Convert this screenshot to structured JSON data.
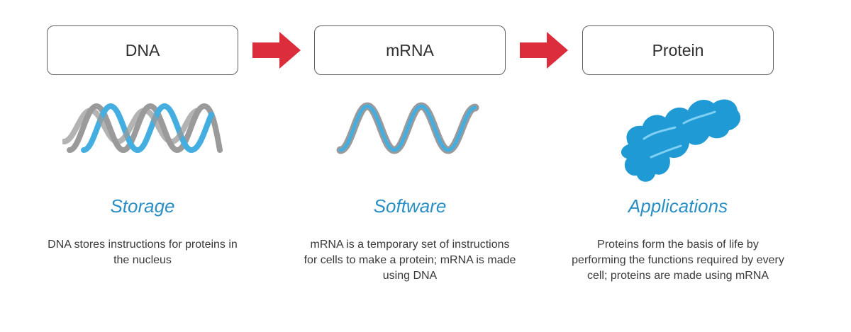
{
  "colors": {
    "arrow": "#dc2d3c",
    "title": "#2a8fc4",
    "strand_gray": "#9a9a9a",
    "strand_blue": "#45aee0",
    "protein": "#1f9ad4"
  },
  "steps": [
    {
      "label": "DNA",
      "title": "Storage",
      "description": "DNA stores instructions for proteins in the nucleus",
      "icon": "dna-double-helix-icon"
    },
    {
      "label": "mRNA",
      "title": "Software",
      "description": "mRNA is a temporary set of instructions for cells to make a protein; mRNA is made using DNA",
      "icon": "mrna-single-strand-icon"
    },
    {
      "label": "Protein",
      "title": "Applications",
      "description": "Proteins form the basis of life by performing the functions required by every cell; proteins are made using mRNA",
      "icon": "protein-blob-icon"
    }
  ],
  "connectors": [
    "arrow-right-icon",
    "arrow-right-icon"
  ]
}
